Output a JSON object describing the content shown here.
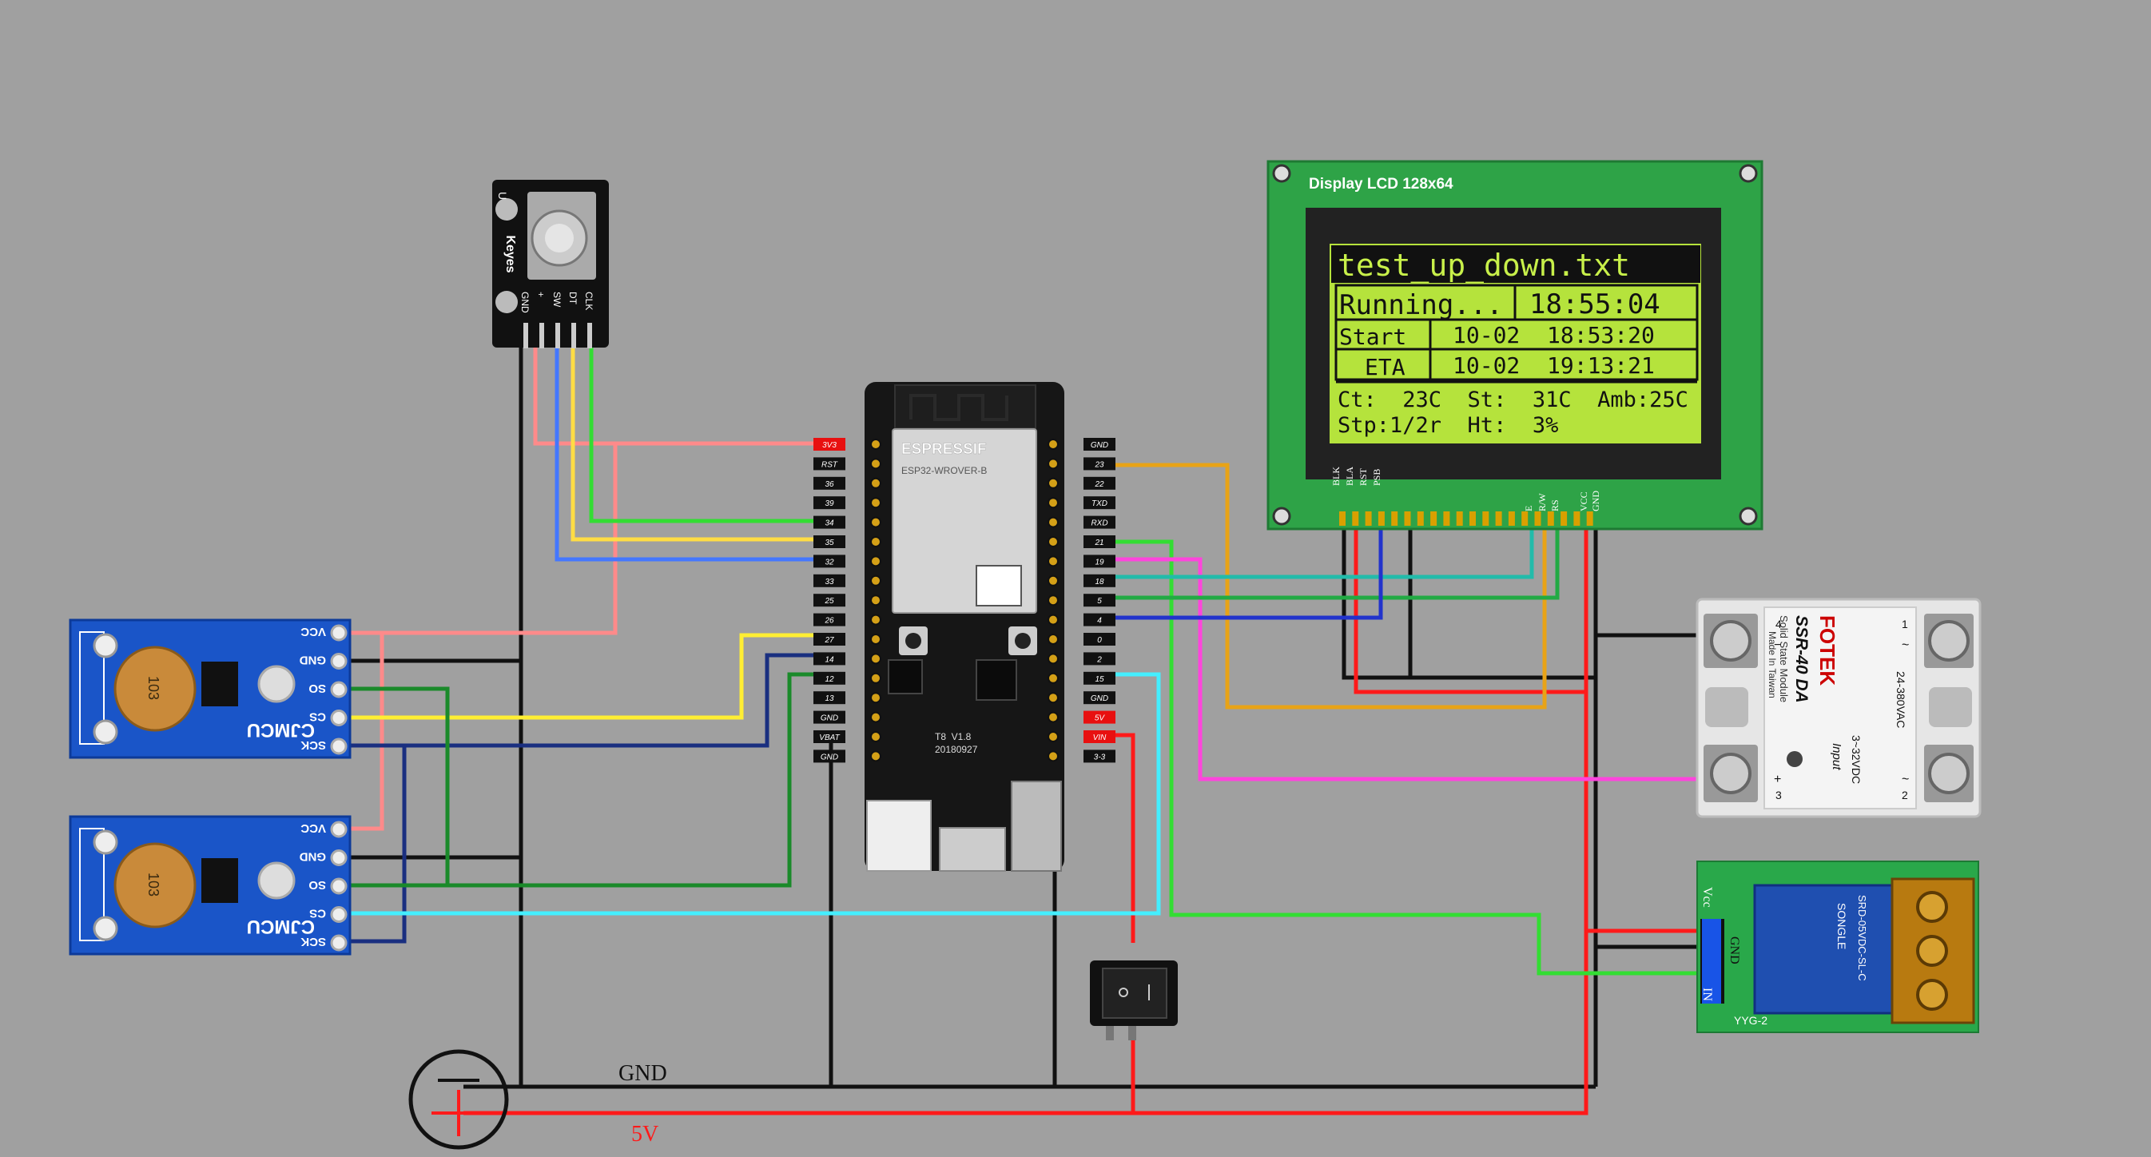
{
  "lcd": {
    "title": "Display LCD 128x64",
    "line1": "test_up_down.txt",
    "status": "Running...",
    "clock": "18:55:04",
    "start_label": "Start",
    "start_value": "10-02  18:53:20",
    "eta_label": "ETA",
    "eta_value": "10-02  19:13:21",
    "ct_line": "Ct:  23C  St:  31C  Amb:25C",
    "stp_line": "Stp:1/2r  Ht:  3%",
    "pins_left": [
      "BLK",
      "BLA",
      "RST",
      "PSB"
    ],
    "pins_right": [
      "E",
      "R/W",
      "RS",
      "VCC",
      "GND"
    ]
  },
  "encoder": {
    "brand": "Keyes",
    "pins": [
      "GND",
      "+",
      "SW",
      "DT",
      "CLK"
    ],
    "corner_mark": "U"
  },
  "esp32": {
    "brand": "ESPRESSIF",
    "module": "ESP32-WROVER-B",
    "board_version": "T8  V1.8",
    "board_date": "20180927",
    "left_pins": [
      "3V3",
      "RST",
      "36",
      "39",
      "34",
      "35",
      "32",
      "33",
      "25",
      "26",
      "27",
      "14",
      "12",
      "13",
      "GND",
      "VBAT",
      "GND"
    ],
    "right_pins": [
      "GND",
      "23",
      "22",
      "TXD",
      "RXD",
      "21",
      "19",
      "18",
      "5",
      "4",
      "0",
      "2",
      "15",
      "GND",
      "5V",
      "VIN",
      "3-3"
    ]
  },
  "thermocouples": [
    {
      "brand": "CJMCU",
      "cap": "103",
      "pins": [
        "VCC",
        "GND",
        "SO",
        "CS",
        "SCK"
      ]
    },
    {
      "brand": "CJMCU",
      "cap": "103",
      "pins": [
        "VCC",
        "GND",
        "SO",
        "CS",
        "SCK"
      ]
    }
  ],
  "ssr": {
    "brand": "FOTEK",
    "model": "SSR-40 DA",
    "subtitle": "Solid State Module",
    "origin": "Made In Taiwan",
    "input_label": "Input",
    "input_range": "3~32VDC",
    "output_range": "24-380VAC",
    "terminals": [
      "1",
      "2",
      "3",
      "4"
    ],
    "marks": [
      "~",
      "~",
      "+",
      "−"
    ]
  },
  "relay": {
    "pins": [
      "Vcc",
      "GND",
      "IN"
    ],
    "model": "SRD-05VDC-SL-C",
    "brand": "SONGLE",
    "board": "YYG-2"
  },
  "power": {
    "gnd_label": "GND",
    "v5_label": "5V"
  },
  "wire_colors": {
    "power": "#ff1a1a",
    "ground": "#111111",
    "pink": "#ff8a8a",
    "yellow": "#ffee33",
    "orange": "#e8a317",
    "green": "#33dd33",
    "blue": "#4477ff",
    "navy": "#1a2f80",
    "darkgreen": "#1a8a2a",
    "cyan": "#44eeff",
    "magenta": "#ff44dd",
    "teal": "#22bbaa"
  }
}
